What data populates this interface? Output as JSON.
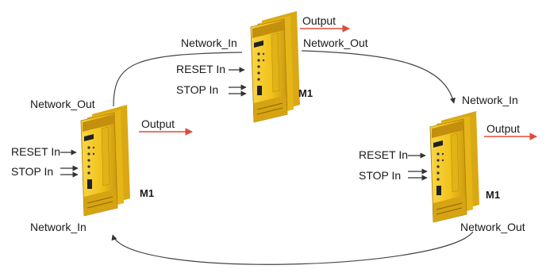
{
  "labels": {
    "output": "Output",
    "network_in": "Network_In",
    "network_out": "Network_Out",
    "reset_in": "RESET In",
    "stop_in": "STOP In",
    "module_name": "M1"
  },
  "colors": {
    "module_yellow": "#f2c21b",
    "module_dark": "#b8860b",
    "output_arrow": "#e04a3a",
    "connection_line": "#444444"
  }
}
